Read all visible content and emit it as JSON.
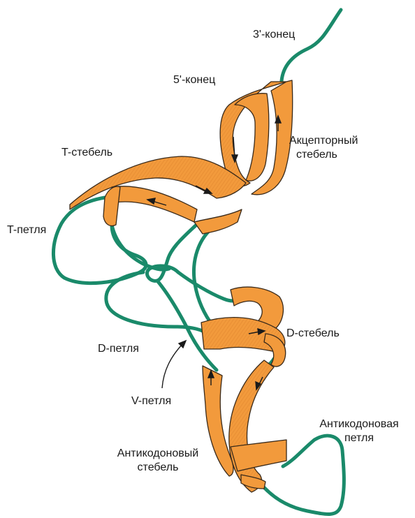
{
  "labels": {
    "three_prime_end": "3'-конец",
    "five_prime_end": "5'-конец",
    "acceptor_stem_line1": "Акцепторный",
    "acceptor_stem_line2": "стебель",
    "t_stem": "T-стебель",
    "t_loop": "T-петля",
    "d_stem": "D-стебель",
    "d_loop": "D-петля",
    "v_loop": "V-петля",
    "anticodon_loop_line1": "Антикодоновая",
    "anticodon_loop_line2": "петля",
    "anticodon_stem_line1": "Антикодоновый",
    "anticodon_stem_line2": "стебель"
  },
  "colors": {
    "strand": "#1a8a6a",
    "ribbon": "#f29a3c",
    "ribbon_dark": "#d9782a",
    "outline": "#3a2a1a"
  }
}
